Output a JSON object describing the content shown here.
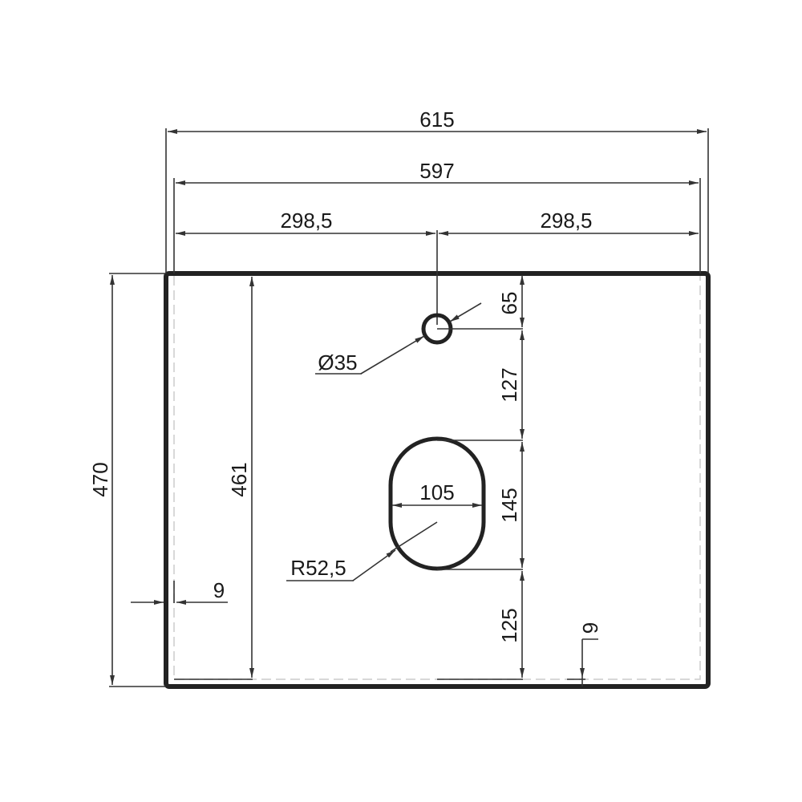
{
  "drawing": {
    "type": "technical dimension drawing",
    "subject": "countertop with faucet hole and oval sink cutout",
    "line_color": "#222222",
    "background": "#ffffff"
  },
  "dimensions": {
    "overall_width": "615",
    "inner_width": "597",
    "half_width_left": "298,5",
    "half_width_right": "298,5",
    "overall_depth": "470",
    "inner_depth": "461",
    "side_offset": "9",
    "back_offset": "9",
    "faucet_hole_from_back": "65",
    "faucet_to_sink": "127",
    "sink_length": "145",
    "sink_to_front": "125",
    "sink_width": "105",
    "faucet_hole_diameter": "Ø35",
    "sink_radius": "R52,5"
  }
}
